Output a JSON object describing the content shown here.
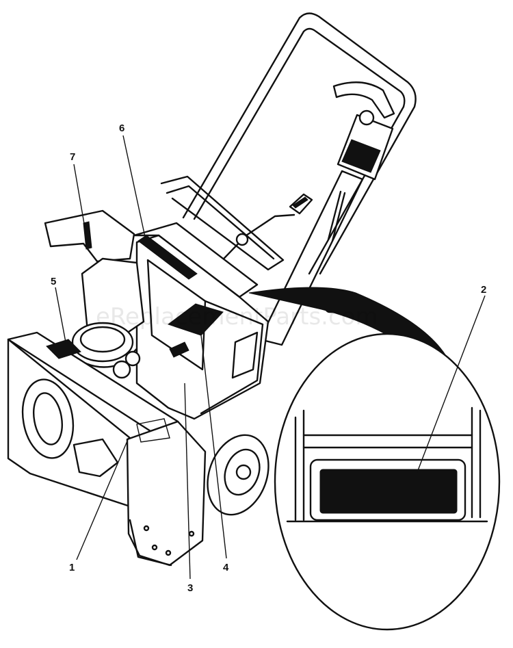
{
  "watermark": "eReplacementParts.com",
  "callouts": [
    {
      "id": "1",
      "label": "1"
    },
    {
      "id": "2",
      "label": "2"
    },
    {
      "id": "3",
      "label": "3"
    },
    {
      "id": "4",
      "label": "4"
    },
    {
      "id": "5",
      "label": "5"
    },
    {
      "id": "6",
      "label": "6"
    },
    {
      "id": "7",
      "label": "7"
    }
  ],
  "colors": {
    "ink": "#111111",
    "paper": "#ffffff"
  }
}
